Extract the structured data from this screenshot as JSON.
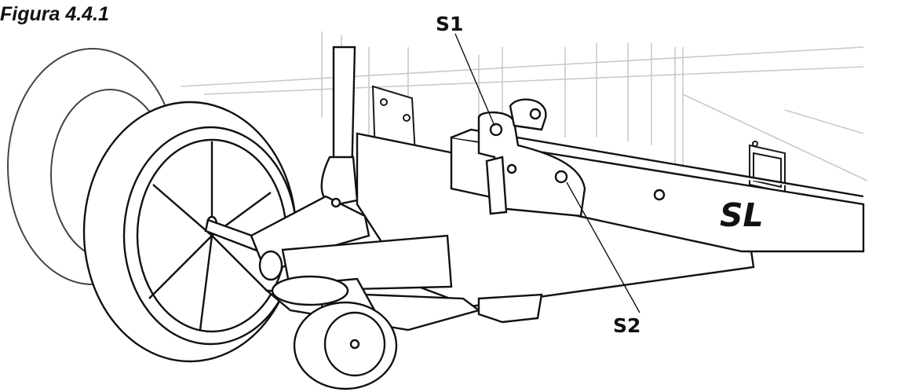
{
  "figure": {
    "caption": "Figura 4.4.1",
    "labels": {
      "s1": "S1",
      "s2": "S2",
      "sl": "SL"
    }
  }
}
